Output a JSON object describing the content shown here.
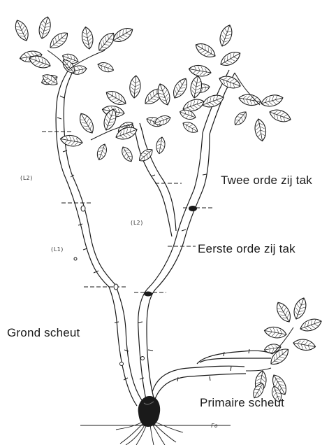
{
  "labels": {
    "twee_orde": "Twee orde zij tak",
    "eerste_orde": "Eerste orde zij tak",
    "grond_scheut": "Grond scheut",
    "primaire_scheut": "Primaire scheut"
  },
  "small_marks": {
    "l2_left": "(L2)",
    "l2_mid": "(L2)",
    "l1": "(L1)",
    "signature": "Fo"
  },
  "colors": {
    "ink": "#1a1a1a",
    "background": "#ffffff"
  }
}
